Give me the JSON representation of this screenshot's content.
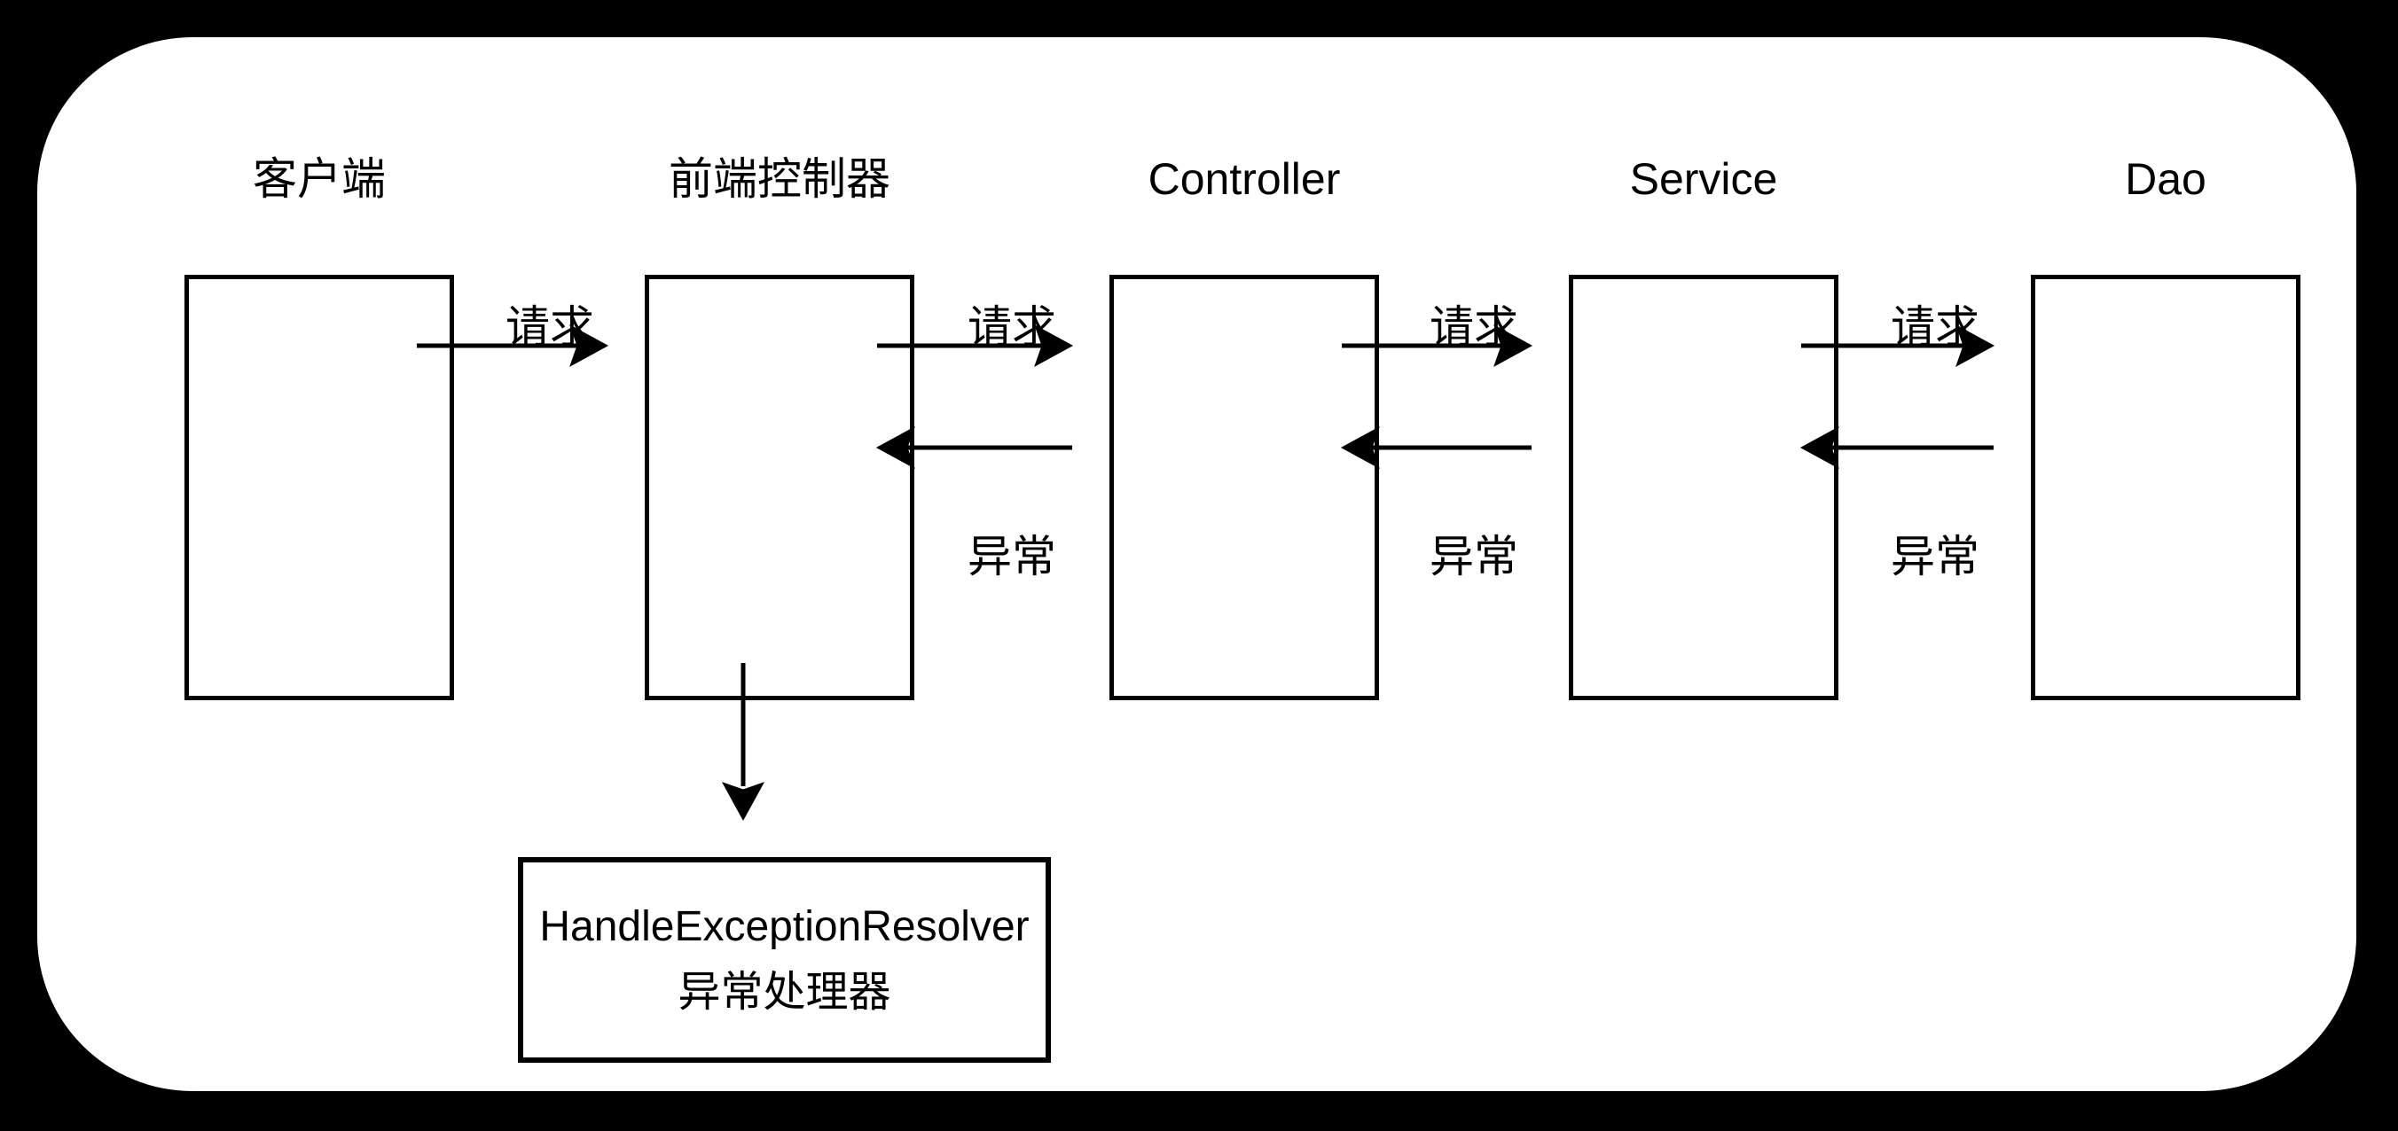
{
  "colors": {
    "page_background": "#000000",
    "panel_background": "#ffffff",
    "stroke": "#000000",
    "text": "#000000"
  },
  "diagram": {
    "nodes": [
      {
        "label": "客户端"
      },
      {
        "label": "前端控制器"
      },
      {
        "label": "Controller"
      },
      {
        "label": "Service"
      },
      {
        "label": "Dao"
      }
    ],
    "flows": [
      {
        "from": "客户端",
        "to": "前端控制器",
        "request_label": "请求"
      },
      {
        "from": "前端控制器",
        "to": "Controller",
        "request_label": "请求",
        "exception_label": "异常"
      },
      {
        "from": "Controller",
        "to": "Service",
        "request_label": "请求",
        "exception_label": "异常"
      },
      {
        "from": "Service",
        "to": "Dao",
        "request_label": "请求",
        "exception_label": "异常"
      }
    ],
    "handler_flow": {
      "from": "前端控制器",
      "to": "HandleExceptionResolver"
    },
    "exception_handler": {
      "line1": "HandleExceptionResolver",
      "line2": "异常处理器"
    }
  }
}
